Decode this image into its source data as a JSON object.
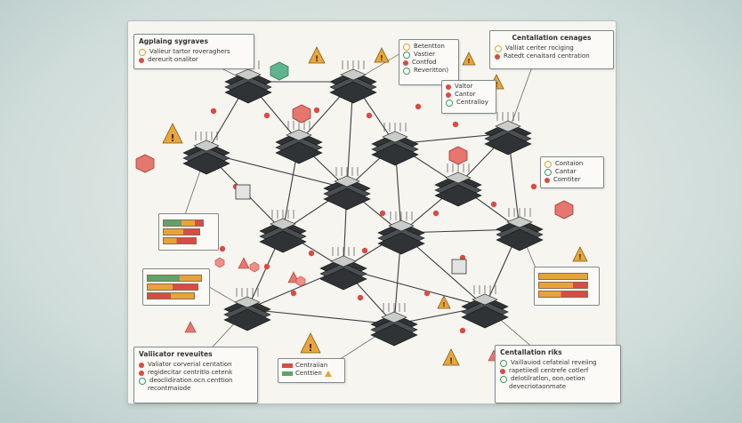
{
  "panels": {
    "top_left": {
      "title": "Agplaing sygraves",
      "lines": [
        "Valieur tartor roveraghers",
        "dereurit onalitor"
      ]
    },
    "top_mid": {
      "lines": [
        "Betentton",
        "Vastier",
        "Contfod",
        "Reveritton)"
      ]
    },
    "mid_tag": {
      "lines": [
        "Valtor",
        "Cantor",
        "Centralloy"
      ]
    },
    "top_right": {
      "title": "Centallation cenages",
      "lines": [
        "Valliat ceriter rociging",
        "Ratedt cenaitard centration"
      ]
    },
    "right_mid": {
      "lines": [
        "Contaion",
        "Cantar",
        "Comtiter"
      ]
    },
    "bottom_left": {
      "title": "Valiicator reveuites",
      "lines": [
        "Valiator corverial centation",
        "regidecitar centritlo cetenk",
        "deoclidiration.ocn.centtion",
        "recontmaiode"
      ]
    },
    "bottom_mid": {
      "lines": [
        "Centraiian",
        "Centtien"
      ]
    },
    "bottom_right": {
      "title": "Centallation riks",
      "lines": [
        "Vaillauiod cefateial reveiing",
        "rapetiiedl centrefe cotlerf",
        "delotilratlon, oon.oetion",
        "devecriotaonmate"
      ]
    }
  },
  "colors": {
    "orange": "#e9a23a",
    "red": "#d94b45",
    "green": "#3a9a62",
    "node_dark": "#2f3335"
  }
}
